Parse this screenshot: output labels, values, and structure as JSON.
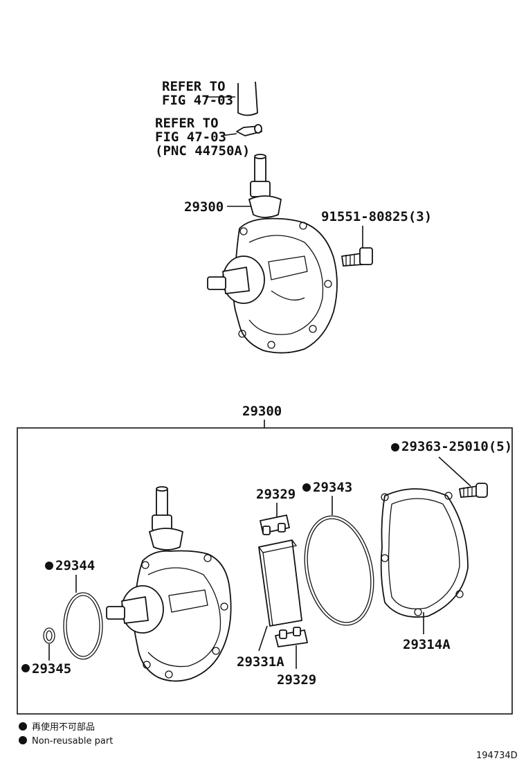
{
  "labels": {
    "refer_hose_1": "REFER TO",
    "refer_hose_2": "FIG 47-03",
    "refer_clamp_1": "REFER TO",
    "refer_clamp_2": "FIG 47-03",
    "refer_clamp_3": "(PNC 44750A)",
    "pump_top": "29300",
    "bolt_top": "91551-80825(3)",
    "assembly": "29300",
    "screw": "29363-25010(5)",
    "cover_gasket": "29343",
    "valve_upper": "29329",
    "oring_large": "29344",
    "oring_small": "29345",
    "cover": "29314A",
    "valve_body": "29331A",
    "valve_lower": "29329"
  },
  "legend": {
    "japanese": "再使用不可部品",
    "english": "Non-reusable part"
  },
  "figure_id": "194734D"
}
